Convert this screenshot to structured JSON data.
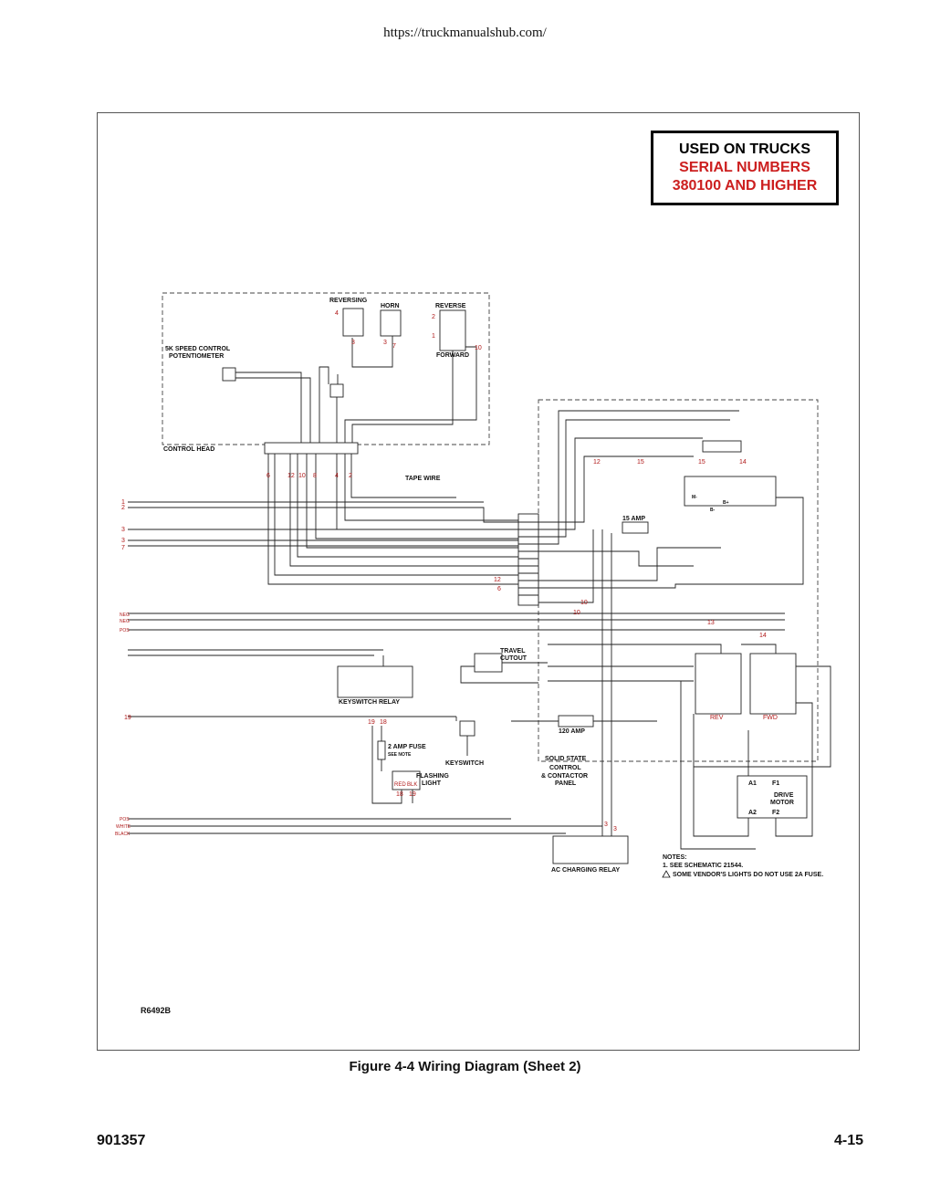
{
  "header": {
    "url": "https://truckmanualshub.com/"
  },
  "notice": {
    "line1": "USED ON TRUCKS",
    "line2": "SERIAL NUMBERS",
    "line3": "380100 AND HIGHER",
    "accent_color": "#cc1f1f"
  },
  "diagram": {
    "labels": {
      "reversing": "REVERSING",
      "horn": "HORN",
      "reverse": "REVERSE",
      "forward": "FORWARD",
      "pot_line1": "5K SPEED CONTROL",
      "pot_line2": "POTENTIOMETER",
      "control_head": "CONTROL HEAD",
      "tape_wire": "TAPE WIRE",
      "amp15": "15 AMP",
      "amp120": "120 AMP",
      "travel_cutout_1": "TRAVEL",
      "travel_cutout_2": "CUTOUT",
      "keyswitch_relay": "KEYSWITCH  RELAY",
      "amp2_fuse": "2 AMP FUSE",
      "see_note": "SEE NOTE",
      "keyswitch": "KEYSWITCH",
      "flashing_1": "FLASHING",
      "flashing_2": "LIGHT",
      "red": "RED",
      "blk": "BLK",
      "ss_1": "SOLID STATE",
      "ss_2": "CONTROL",
      "ss_3": "& CONTACTOR",
      "ss_4": "PANEL",
      "rev": "REV",
      "fwd": "FWD",
      "drive_1": "DRIVE",
      "drive_2": "MOTOR",
      "ac_relay": "AC CHARGING RELAY",
      "neg": "NEG",
      "pos": "POS",
      "white": "WHITE",
      "black": "BLACK",
      "a1": "A1",
      "a2": "A2",
      "f1": "F1",
      "f2": "F2",
      "mminus": "M-",
      "bplus": "B+",
      "bminus": "B-"
    },
    "notes_title": "NOTES:",
    "note1": "1. SEE SCHEMATIC 21544.",
    "note2": "SOME VENDOR'S LIGHTS DO NOT USE 2A FUSE.",
    "drawing_id": "R6492B"
  },
  "caption": "Figure 4-4  Wiring Diagram (Sheet 2)",
  "footer": {
    "doc_number": "901357",
    "page": "4-15"
  }
}
